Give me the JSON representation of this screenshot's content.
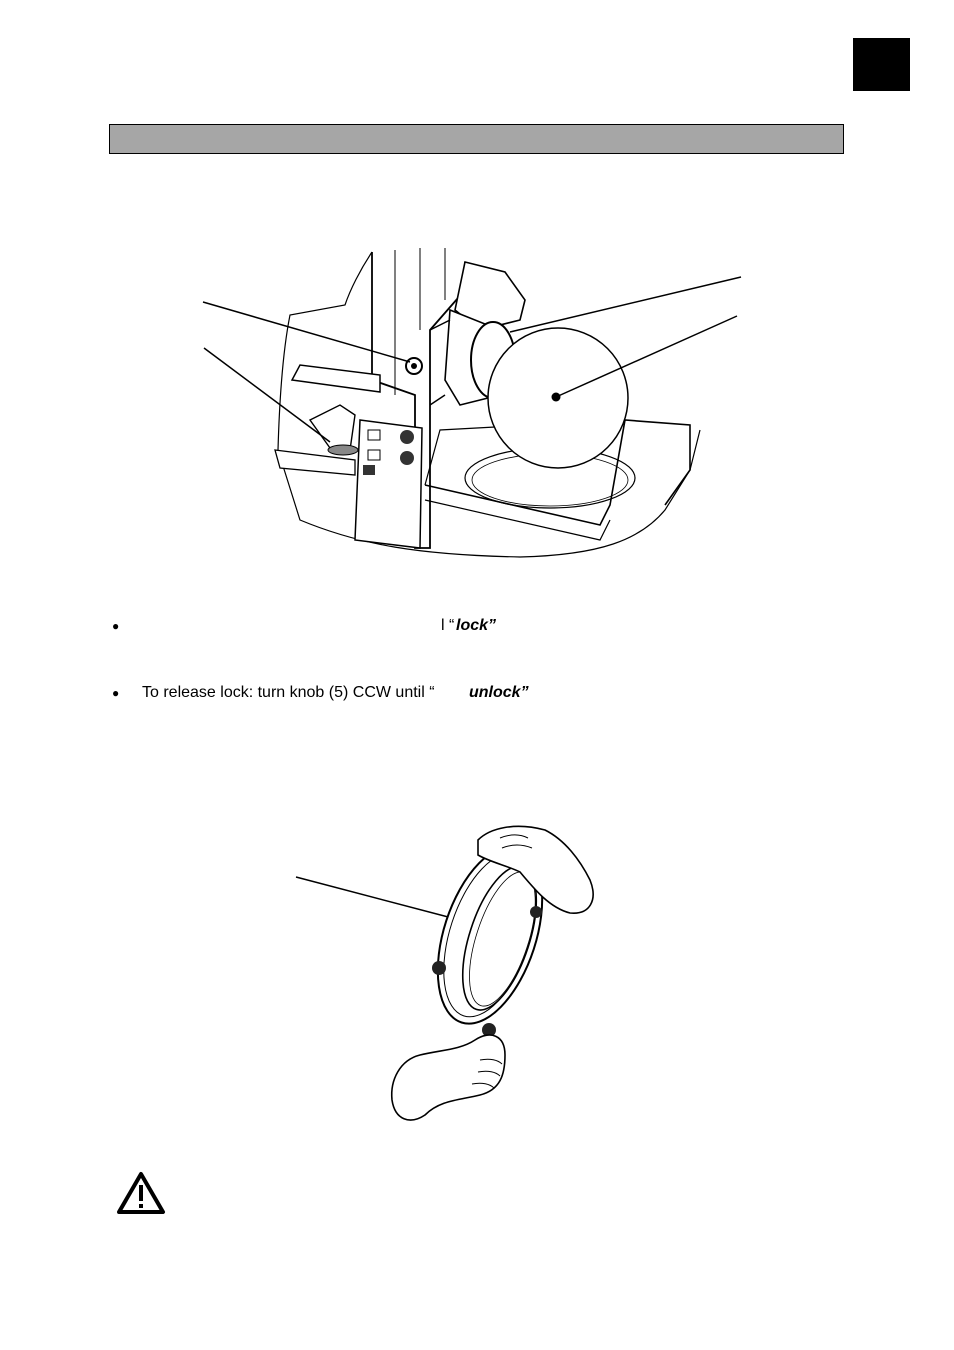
{
  "page": {
    "section_title": ""
  },
  "instructions": {
    "lock_quote": "l “",
    "lock_word": "lock”",
    "unlock_prefix": "To release lock: turn knob (5) CCW until “",
    "unlock_word": "unlock”"
  },
  "icons": {
    "warning": "warning-triangle-icon"
  }
}
